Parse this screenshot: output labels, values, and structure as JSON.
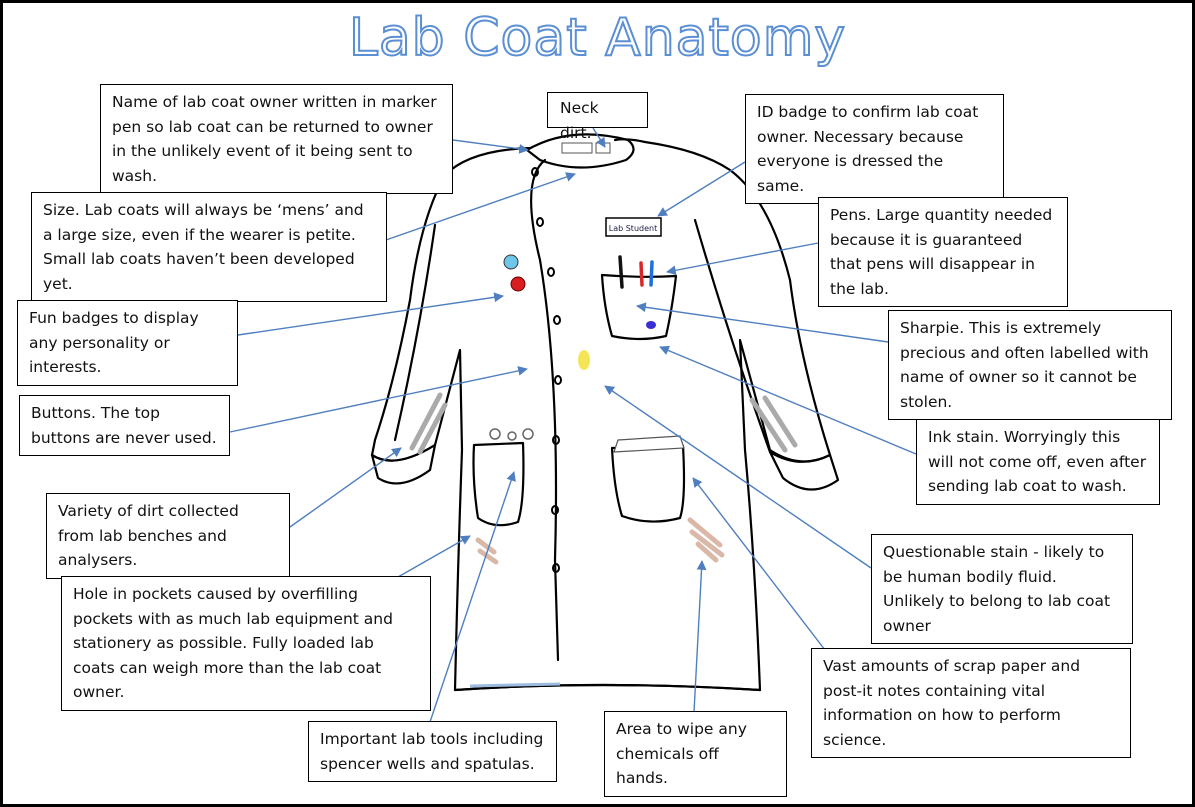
{
  "title": "Lab Coat Anatomy",
  "labels": {
    "owner_name": "Name of lab coat owner written in marker pen so lab coat can be returned to owner in the unlikely event of it being sent to wash.",
    "neck_dirt": "Neck dirt.",
    "id_badge": "ID badge to confirm lab coat owner. Necessary because everyone is dressed the same.",
    "size": "Size. Lab coats will always be ‘mens’ and a large size, even if the wearer is petite. Small lab coats haven’t been developed yet.",
    "pens": "Pens. Large quantity needed because it is guaranteed that pens will disappear in the lab.",
    "fun_badges": "Fun badges to display any personality or interests.",
    "sharpie": "Sharpie. This is extremely precious and often labelled with name of owner so it cannot be stolen.",
    "buttons": "Buttons. The top buttons are never used.",
    "ink_stain": "Ink stain. Worryingly this will not come off, even after sending lab coat to wash.",
    "dirt": "Variety of dirt collected from lab benches and analysers.",
    "questionable_stain": "Questionable stain - likely to be human bodily fluid. Unlikely to belong to lab coat owner",
    "hole_pockets": "Hole in pockets caused by overfilling pockets with as much lab equipment and stationery as possible. Fully loaded lab coats can weigh more than the lab coat owner.",
    "scrap_paper": "Vast amounts of scrap paper and post-it notes containing vital information on how to perform science.",
    "lab_tools": "Important lab tools including spencer wells and spatulas.",
    "wipe_area": "Area to wipe any chemicals off hands."
  },
  "drawing": {
    "badge_text": "Lab Student",
    "line_color": "#4f7fc0",
    "pen_colors": [
      "#111111",
      "#d62828",
      "#1e6fd9"
    ],
    "badge_colors": [
      "#6ec6e8",
      "#d81e1e",
      "#f2e03a",
      "#3a2fd6"
    ],
    "stain_color": "#d9b8a8"
  }
}
